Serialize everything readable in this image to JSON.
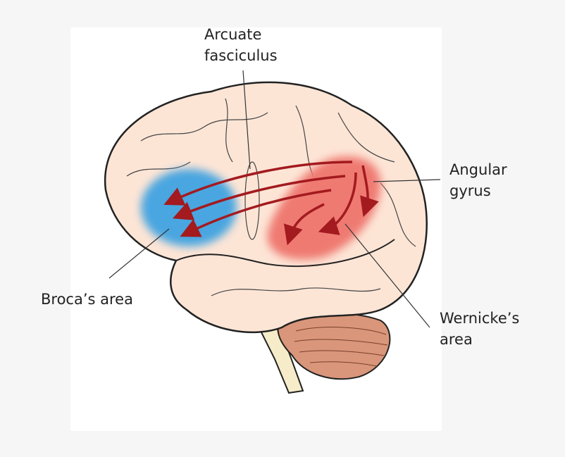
{
  "labels": {
    "arcuate_line1": "Arcuate",
    "arcuate_line2": "fasciculus",
    "angular_line1": "Angular",
    "angular_line2": "gyrus",
    "broca": "Broca’s area",
    "wernicke_line1": "Wernicke’s",
    "wernicke_line2": "area"
  },
  "colors": {
    "brain": "#fde5d6",
    "outline": "#222222",
    "broca": "#4aa6e0",
    "wernicke": "#ef7a72",
    "arrows": "#a31a1f",
    "cerebellum": "#d9967a",
    "stem": "#f7ecc9"
  }
}
